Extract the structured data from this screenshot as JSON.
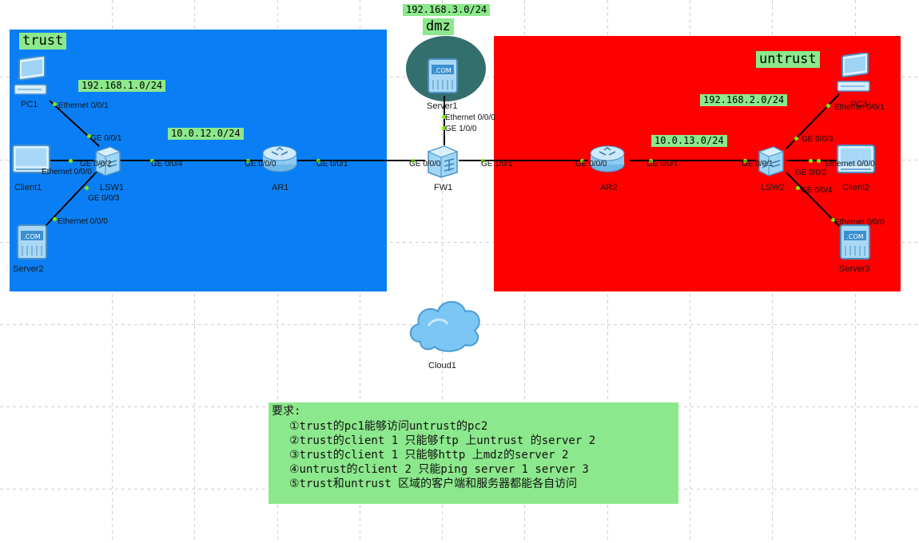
{
  "zones": {
    "trust": {
      "label": "trust",
      "color": "#0a7ff5"
    },
    "untrust": {
      "label": "untrust",
      "color": "#ff0000"
    },
    "dmz": {
      "label": "dmz",
      "color": "#336f6d"
    },
    "tag_color": "#8ce88c"
  },
  "subnets": {
    "net_192_168_1": "192.168.1.0/24",
    "net_10_0_12": "10.0.12.0/24",
    "net_192_168_3": "192.168.3.0/24",
    "net_10_0_13": "10.0.13.0/24",
    "net_192_168_2": "192.168.2.0/24"
  },
  "devices": {
    "pc1": "PC1",
    "client1": "Client1",
    "server2": "Server2",
    "lsw1": "LSW1",
    "ar1": "AR1",
    "server1": "Server1",
    "fw1": "FW1",
    "ar2": "AR2",
    "lsw2": "LSW2",
    "pc3": "PC3",
    "client2": "Client2",
    "server3": "Server3",
    "cloud1": "Cloud1"
  },
  "ports": {
    "pc1_eth": "Ethernet 0/0/1",
    "lsw1_ge001": "GE 0/0/1",
    "lsw1_ge002": "GE 0/0/2",
    "client1_eth": "Ethernet 0/0/0",
    "lsw1_ge004": "GE 0/0/4",
    "lsw1_ge003": "GE 0/0/3",
    "server2_eth": "Ethernet 0/0/0",
    "ar1_ge000": "GE 0/0/0",
    "ar1_ge001": "GE 0/0/1",
    "fw1_ge000": "GE 0/0/0",
    "fw1_ge101": "GE 1/0/1",
    "fw1_ge100": "GE 1/0/0",
    "server1_eth": "Ethernet 0/0/0",
    "ar2_ge000": "GE 0/0/0",
    "ar2_ge001": "GE 0/0/1",
    "lsw2_ge001": "GE 0/0/1",
    "lsw2_ge003": "GE 0/0/3",
    "lsw2_ge002": "GE 0/0/2",
    "lsw2_ge004": "GE 0/0/4",
    "pc3_eth": "Ethernet 0/0/1",
    "client2_eth": "Ethernet 0/0/0",
    "server3_eth": "Ethernet 0/0/0"
  },
  "requirements": {
    "title": "要求:",
    "items": [
      "①trust的pc1能够访问untrust的pc2",
      "②trust的client 1 只能够ftp 上untrust 的server 2",
      "③trust的client 1 只能够http 上mdz的server 2",
      "④untrust的client 2 只能ping server 1 server 3",
      "⑤trust和untrust 区域的客户端和服务器都能各自访问"
    ],
    "background": "#8ce88c"
  },
  "icons": [
    "pc-icon",
    "client-icon",
    "server-icon",
    "switch-icon",
    "router-icon",
    "firewall-icon",
    "cloud-icon"
  ]
}
